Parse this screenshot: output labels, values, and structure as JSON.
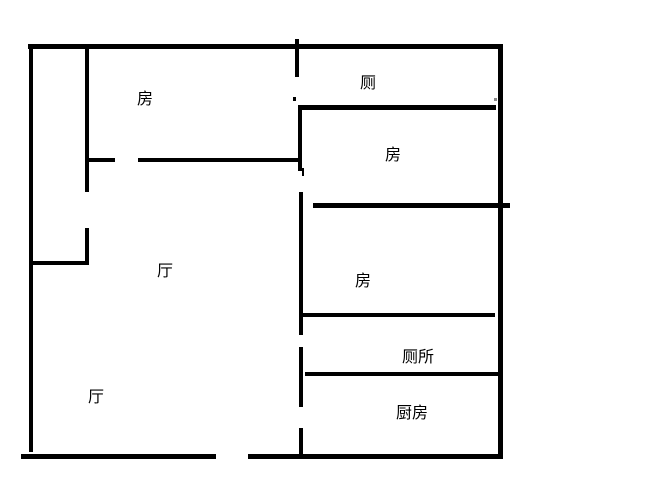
{
  "diagram": {
    "type": "floor-plan",
    "background_color": "#ffffff",
    "wall_color": "#000000",
    "text_color": "#000000"
  },
  "rooms": [
    {
      "id": "bedroom-top-left",
      "label": "房"
    },
    {
      "id": "toilet-top-right",
      "label": "厕"
    },
    {
      "id": "bedroom-right-upper",
      "label": "房"
    },
    {
      "id": "bedroom-right-middle",
      "label": "房"
    },
    {
      "id": "hall-upper",
      "label": "厅"
    },
    {
      "id": "hall-lower",
      "label": "厅"
    },
    {
      "id": "toilet-lower",
      "label": "厕所"
    },
    {
      "id": "kitchen",
      "label": "厨房"
    }
  ]
}
